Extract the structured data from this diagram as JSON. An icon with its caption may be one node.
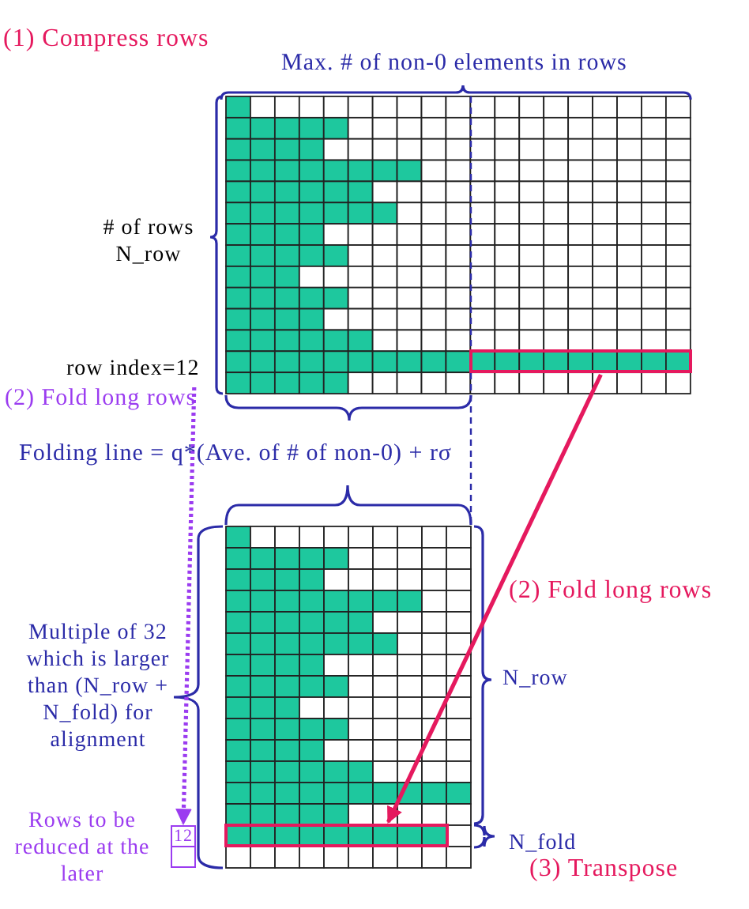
{
  "diagram": {
    "nodes": [
      {
        "text": [
          "row index=12"
        ]
      },
      {
        "text": [],
        "shape": "box"
      },
      {
        "text": [
          "12"
        ]
      },
      {
        "text": [],
        "shape": "box"
      },
      {
        "text": [],
        "shape": "box"
      }
    ],
    "edges": [
      {
        "from": 0,
        "to": 2,
        "arrow": "to",
        "style": "dashed",
        "color": "#9b3cf0"
      },
      {
        "from": 1,
        "to": 4,
        "arrow": "to",
        "color": "#e5195e"
      }
    ],
    "labels": [
      "(1) Compress rows",
      "Max. # of non-0 elements in rows",
      "# of rows N_row",
      "(2) Fold long rows",
      "Folding line = q*(Ave. of # of non-0) + rσ",
      "(2) Fold long rows",
      "Multiple of 32 which is larger than (N_row + N_fold) for alignment",
      "N_row",
      "N_fold",
      "Rows to be reduced at the later",
      "(3) Transpose"
    ]
  }
}
